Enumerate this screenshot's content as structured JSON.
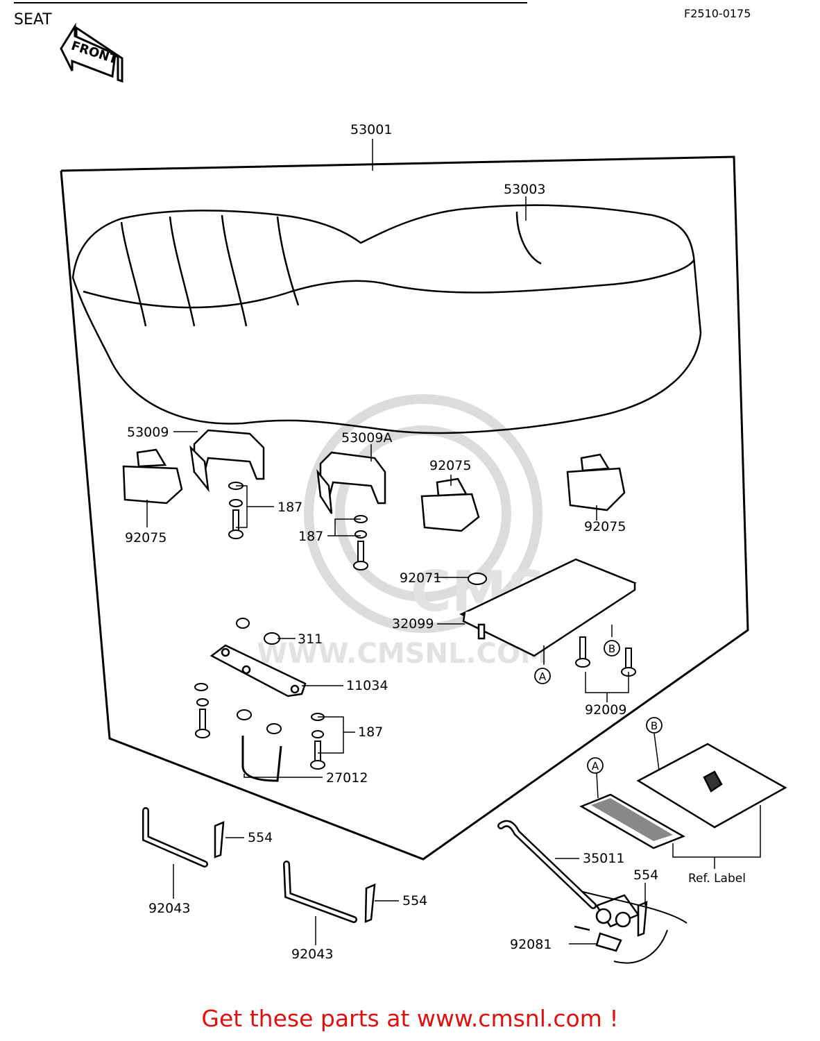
{
  "header": {
    "title": "SEAT",
    "figure_code": "F2510-0175",
    "front_arrow": "FRONT"
  },
  "parts": {
    "p53001": "53001",
    "p53003": "53003",
    "p53009": "53009",
    "p53009A": "53009A",
    "p92075_left": "92075",
    "p92075_mid": "92075",
    "p92075_right": "92075",
    "p187_a": "187",
    "p187_b": "187",
    "p187_c": "187",
    "p92071": "92071",
    "p32099": "32099",
    "p311": "311",
    "p11034": "11034",
    "p92009": "92009",
    "p27012": "27012",
    "p554_a": "554",
    "p554_b": "554",
    "p554_c": "554",
    "p92043_a": "92043",
    "p92043_b": "92043",
    "p35011": "35011",
    "p92081": "92081",
    "ref_label": "Ref. Label",
    "callout_a1": "A",
    "callout_b1": "B",
    "callout_a2": "A",
    "callout_b2": "B"
  },
  "watermark": {
    "logo_text": "CMS",
    "site": "WWW.CMSNL.COM"
  },
  "footer": {
    "cta": "Get these parts at www.cmsnl.com !"
  },
  "colors": {
    "line": "#000000",
    "watermark": "#d9d9d9",
    "cta": "#e01010"
  }
}
